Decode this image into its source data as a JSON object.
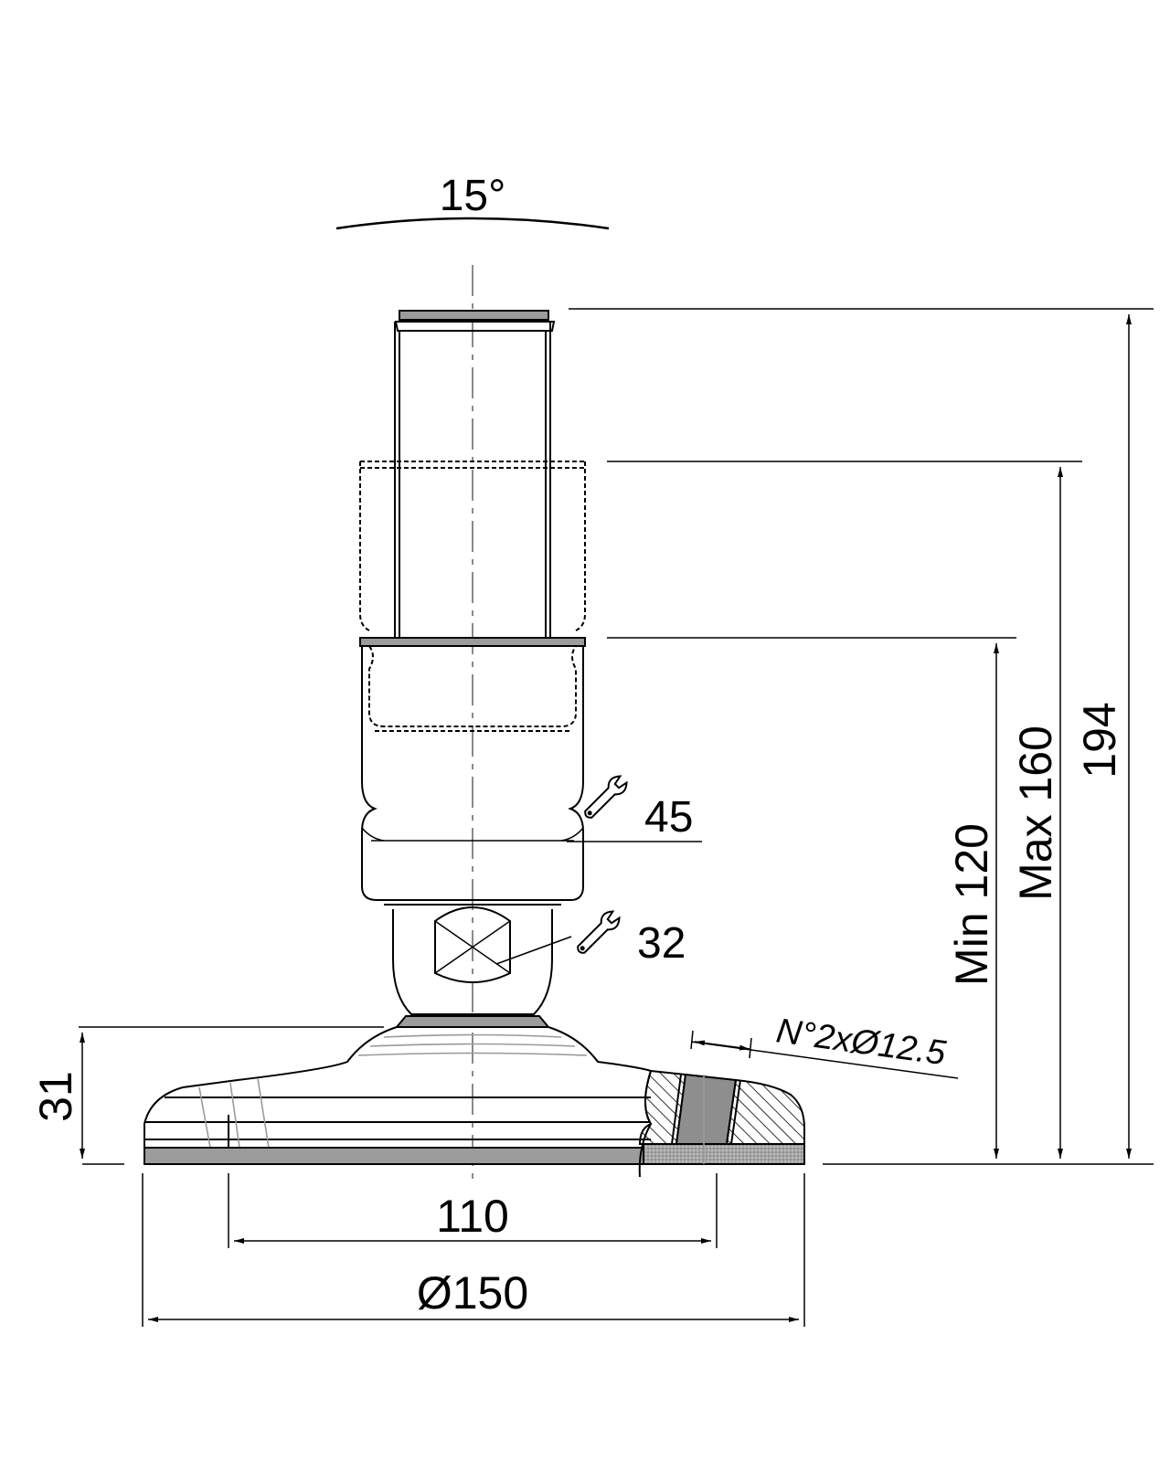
{
  "labels": {
    "angle": "15°",
    "wrench_upper": "45",
    "wrench_lower": "32",
    "holes": "N°2xØ12.5",
    "height_total": "194",
    "height_max": "Max 160",
    "height_min": "Min 120",
    "base_height": "31",
    "hole_spacing": "110",
    "base_diameter": "Ø150"
  },
  "icons": {
    "wrench": "wrench-icon"
  },
  "colors": {
    "line": "#000000",
    "centerline": "#8a8a8a",
    "pad": "#9c9c9c",
    "pad_light": "#b4b4b4"
  }
}
